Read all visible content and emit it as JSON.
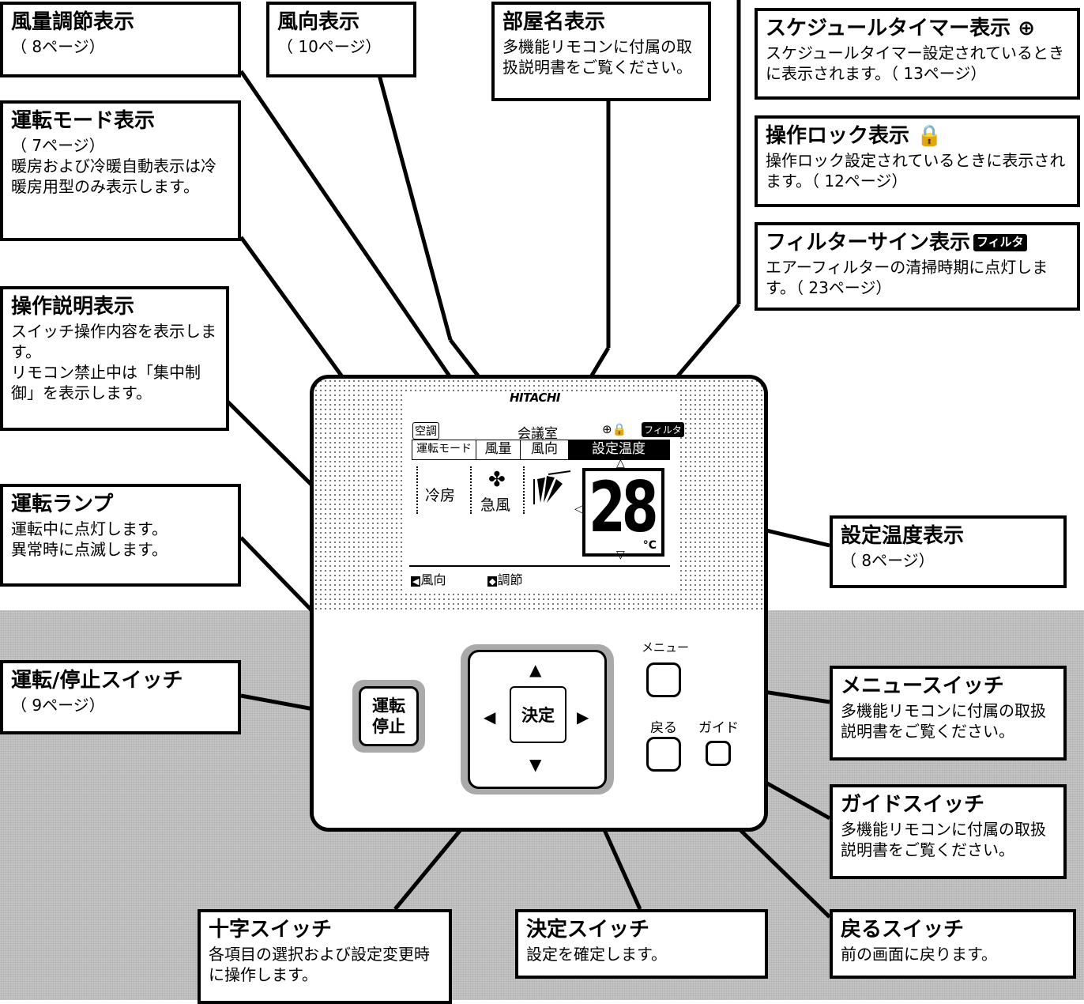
{
  "callouts": {
    "fan_speed": {
      "title": "風量調節表示",
      "ref": "（ 8ページ）"
    },
    "air_dir": {
      "title": "風向表示",
      "ref": "（ 10ページ）"
    },
    "room_name": {
      "title": "部屋名表示",
      "desc": "多機能リモコンに付属の取扱説明書をご覧ください。"
    },
    "schedule": {
      "title": "スケジュールタイマー表示 ⊕",
      "desc": "スケジュールタイマー設定されているときに表示されます。（ 13ページ）"
    },
    "op_mode": {
      "title": "運転モード表示",
      "ref": "（ 7ページ）",
      "desc": "暖房および冷暖自動表示は冷暖房用型のみ表示します。"
    },
    "lock": {
      "title": "操作ロック表示",
      "desc": "操作ロック設定されているときに表示されます。（ 12ページ）"
    },
    "filter": {
      "title": "フィルターサイン表示",
      "tag": "フィルタ",
      "desc": "エアーフィルターの清掃時期に点灯します。（ 23ページ）"
    },
    "op_guide": {
      "title": "操作説明表示",
      "desc1": "スイッチ操作内容を表示します。",
      "desc2": "リモコン禁止中は「集中制御」を表示します。"
    },
    "lamp": {
      "title": "運転ランプ",
      "desc1": "運転中に点灯します。",
      "desc2": "異常時に点滅します。"
    },
    "set_temp": {
      "title": "設定温度表示",
      "ref": "（ 8ページ）"
    },
    "run_stop": {
      "title": "運転/停止スイッチ",
      "ref": "（ 9ページ）"
    },
    "menu": {
      "title": "メニュースイッチ",
      "desc": "多機能リモコンに付属の取扱説明書をご覧ください。"
    },
    "guide": {
      "title": "ガイドスイッチ",
      "desc": "多機能リモコンに付属の取扱説明書をご覧ください。"
    },
    "cross": {
      "title": "十字スイッチ",
      "desc": "各項目の選択および設定変更時に操作します。"
    },
    "enter": {
      "title": "決定スイッチ",
      "desc": "設定を確定します。"
    },
    "back": {
      "title": "戻るスイッチ",
      "desc": "前の画面に戻ります。"
    }
  },
  "page_icon": "",
  "remote": {
    "brand": "HITACHI",
    "screen": {
      "mode_tag": "空調",
      "room": "会議室",
      "status_icons": "⊕🔒",
      "filter_tag": "フィルタ",
      "tabs": [
        "運転モード",
        "風量",
        "風向",
        "設定温度"
      ],
      "mode": "冷房",
      "fan": "急風",
      "temp": "28",
      "unit": "°C",
      "footer_left": "風向",
      "footer_right": "調節"
    },
    "run_btn": "運転\n停止",
    "run_btn_1": "運転",
    "run_btn_2": "停止",
    "enter_btn": "決定",
    "menu_label": "メニュー",
    "back_label": "戻る",
    "guide_label": "ガイド"
  }
}
